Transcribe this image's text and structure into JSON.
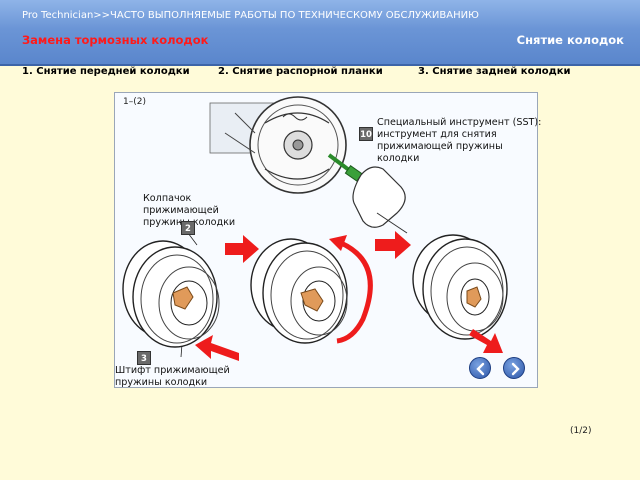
{
  "header": {
    "breadcrumb": "Pro Technician>>ЧАСТО ВЫПОЛНЯЕМЫЕ РАБОТЫ ПО ТЕХНИЧЕСКОМУ ОБСЛУЖИВАНИЮ",
    "section_title": "Замена тормозных колодок",
    "page_title": "Снятие колодок"
  },
  "steps": [
    "1. Снятие передней колодки",
    "2. Снятие распорной планки",
    "3. Снятие задней колодки"
  ],
  "panel": {
    "figure_id": "1–(2)",
    "tool_badge": "10",
    "tool_callout": "Специальный инструмент (SST): инструмент для снятия прижимающей пружины колодки",
    "cap_badge": "2",
    "cap_callout": "Колпачок прижимающей пружины колодки",
    "pin_badge": "3",
    "pin_callout": "Штифт прижимающей пружины колодки"
  },
  "nav": {
    "prev_icon": "chevron-left-icon",
    "next_icon": "chevron-right-icon"
  },
  "page_indicator": "(1/2)",
  "colors": {
    "background": "#fffbd9",
    "header": "#6b95d6",
    "title_red": "#ff1a1a",
    "arrow_red": "#ee1c1c",
    "nav_blue": "#2c56a8"
  }
}
